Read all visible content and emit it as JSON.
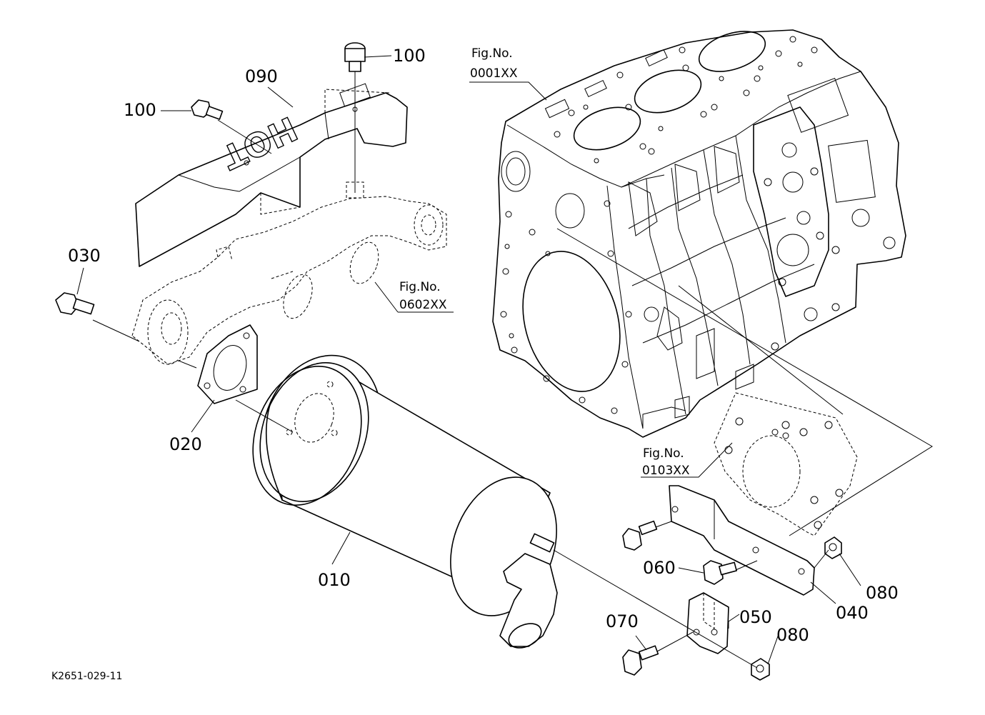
{
  "diagram": {
    "part_labels": {
      "p010": "010",
      "p020": "020",
      "p030": "030",
      "p040": "040",
      "p050": "050",
      "p060": "060",
      "p070": "070",
      "p080a": "080",
      "p080b": "080",
      "p090": "090",
      "p100a": "100",
      "p100b": "100"
    },
    "fig_refs": {
      "cylinder_block": {
        "line1": "Fig.No.",
        "line2": "0001XX"
      },
      "manifold": {
        "line1": "Fig.No.",
        "line2": "0602XX"
      },
      "flywheel_housing": {
        "line1": "Fig.No.",
        "line2": "0103XX"
      }
    },
    "shield_stamp": "HOT",
    "drawing_code": "K2651-029-11"
  }
}
